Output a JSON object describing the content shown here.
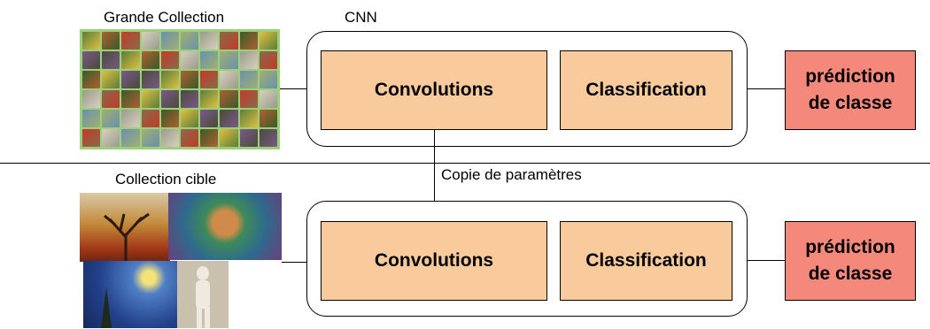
{
  "top": {
    "collection_label": "Grande Collection",
    "cnn_label": "CNN",
    "convolutions_label": "Convolutions",
    "classification_label": "Classification",
    "prediction_line1": "prédiction",
    "prediction_line2": "de classe"
  },
  "transfer": {
    "label": "Copie de paramètres"
  },
  "bottom": {
    "collection_label": "Collection cible",
    "convolutions_label": "Convolutions",
    "classification_label": "Classification",
    "prediction_line1": "prédiction",
    "prediction_line2": "de classe"
  },
  "colors": {
    "block_fill": "#f9cb9c",
    "prediction_fill": "#f4897b",
    "border": "#000000"
  }
}
